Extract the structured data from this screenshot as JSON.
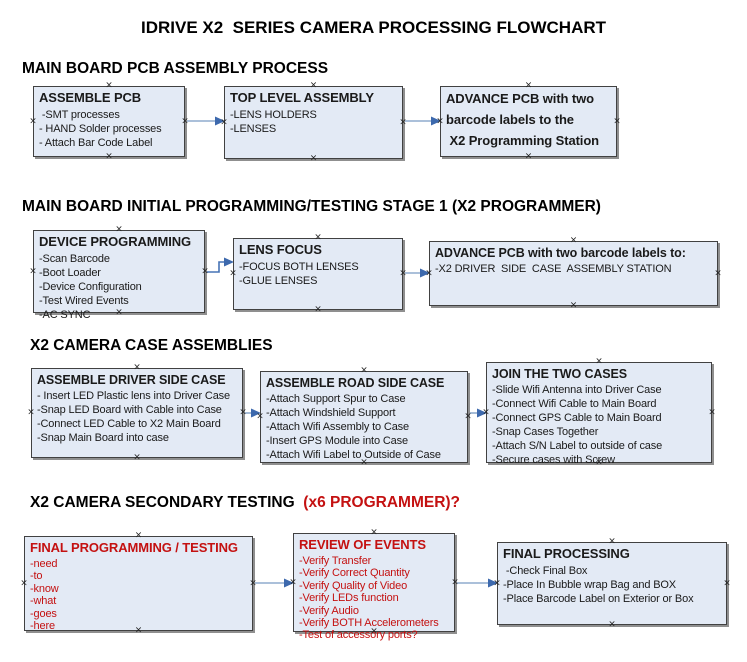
{
  "title": "IDRIVE X2  SERIES CAMERA PROCESSING FLOWCHART",
  "colors": {
    "box_fill": "#e3eaf5",
    "box_border": "#414141",
    "box_shadow": "#8f8f8f",
    "connector_line": "#8faccd",
    "connector_elbow": "#4673b5",
    "arrow_head": "#3d69ad",
    "red": "#c41111",
    "text": "#1a1a1a"
  },
  "icons": {
    "connection_handle": "×"
  },
  "sections": [
    {
      "heading": "MAIN BOARD PCB ASSEMBLY PROCESS",
      "boxes": [
        {
          "title": "ASSEMBLE PCB",
          "items": [
            " -SMT processes",
            "- HAND Solder processes",
            "- Attach Bar Code Label"
          ]
        },
        {
          "title": "TOP LEVEL ASSEMBLY",
          "items": [
            "-LENS HOLDERS",
            "-LENSES"
          ]
        },
        {
          "title": "ADVANCE PCB with two\nbarcode labels to the\n X2 Programming Station",
          "items": []
        }
      ]
    },
    {
      "heading": "MAIN BOARD INITIAL PROGRAMMING/TESTING STAGE 1 (X2 PROGRAMMER)",
      "boxes": [
        {
          "title": "DEVICE PROGRAMMING",
          "items": [
            "-Scan Barcode",
            "-Boot Loader",
            "-Device Configuration",
            "-Test Wired Events",
            "-AC SYNC"
          ]
        },
        {
          "title": "LENS FOCUS",
          "items": [
            "-FOCUS BOTH LENSES",
            "-GLUE LENSES"
          ]
        },
        {
          "title": "ADVANCE PCB with two barcode labels to:",
          "items": [
            "-X2 DRIVER  SIDE  CASE  ASSEMBLY STATION"
          ]
        }
      ]
    },
    {
      "heading": "X2 CAMERA CASE ASSEMBLIES",
      "boxes": [
        {
          "title": "ASSEMBLE DRIVER SIDE CASE",
          "items": [
            "- Insert LED Plastic lens into Driver Case",
            "-Snap LED Board with Cable into Case",
            "-Connect LED Cable to X2 Main Board",
            "-Snap Main Board into case"
          ]
        },
        {
          "title": "ASSEMBLE ROAD SIDE CASE",
          "items": [
            "-Attach Support Spur to Case",
            "-Attach Windshield Support",
            "-Attach Wifi Assembly to Case",
            "-Insert GPS Module into Case",
            "-Attach Wifi Label to Outside of Case"
          ]
        },
        {
          "title": "JOIN THE TWO CASES",
          "items": [
            "-Slide Wifi Antenna into Driver Case",
            "-Connect Wifi Cable to Main Board",
            "-Connect GPS Cable to Main Board",
            "-Snap Cases Together",
            "-Attach S/N Label to outside of case",
            "-Secure cases with Screw"
          ]
        }
      ]
    },
    {
      "heading": "X2 CAMERA SECONDARY TESTING",
      "heading_red": "  (x6 PROGRAMMER)?",
      "boxes": [
        {
          "title": "FINAL PROGRAMMING / TESTING",
          "items": [
            "-need",
            "-to",
            "-know",
            "-what",
            "-goes",
            "-here"
          ]
        },
        {
          "title": "REVIEW OF EVENTS",
          "items": [
            "-Verify Transfer",
            "-Verify Correct Quantity",
            "-Verify Quality of Video",
            "-Verify LEDs function",
            "-Verify Audio",
            "-Verify BOTH Accelerometers",
            "-Test of accessory ports?"
          ]
        },
        {
          "title": "FINAL PROCESSING",
          "items": [
            " -Check Final Box",
            "-Place In Bubble wrap Bag and BOX",
            "-Place Barcode Label on Exterior or Box"
          ]
        }
      ]
    }
  ]
}
